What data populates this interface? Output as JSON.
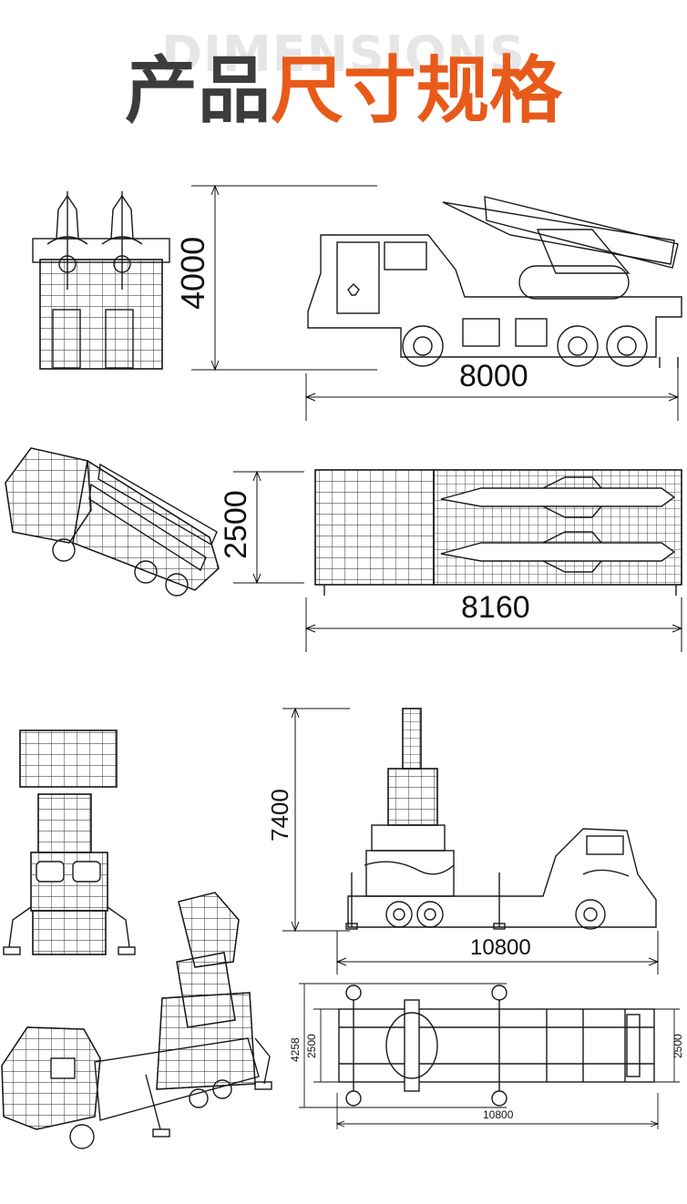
{
  "header": {
    "watermark": "DIMENSIONS",
    "title_dark": "产品",
    "title_accent": "尺寸规格",
    "accent_color": "#e85a1a",
    "dark_color": "#3c3c3c"
  },
  "drawings": {
    "launcher": {
      "height": "4000",
      "length": "8000",
      "width": "2500",
      "top_length": "8160"
    },
    "radar": {
      "height": "7400",
      "length": "10800",
      "width_outer": "4258",
      "width_inner": "2500",
      "width_right": "2500",
      "bottom_length": "10800"
    }
  }
}
